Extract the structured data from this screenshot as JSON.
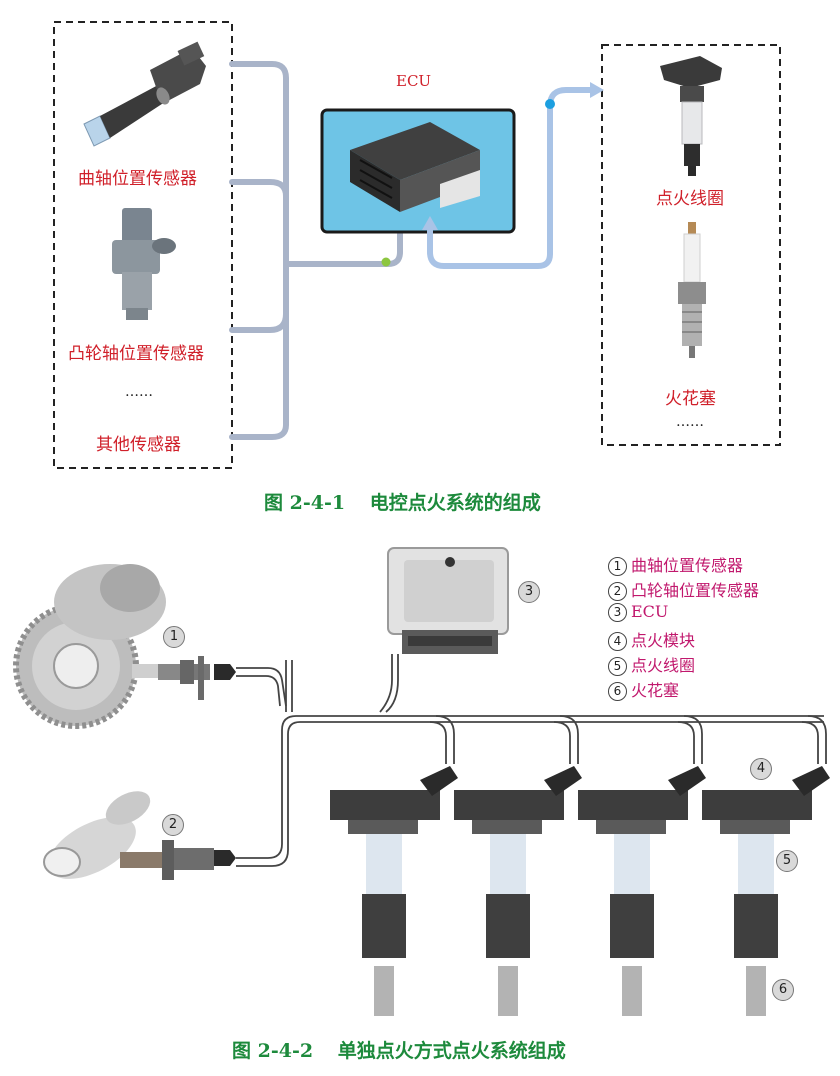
{
  "figure1": {
    "ecu_label": "ECU",
    "crank_sensor_label": "曲轴位置传感器",
    "cam_sensor_label": "凸轮轴位置传感器",
    "left_ellipsis": "……",
    "other_sensors_label": "其他传感器",
    "ignition_coil_label": "点火线圈",
    "spark_plug_label": "火花塞",
    "right_ellipsis": "……",
    "caption_number": "图 2-4-1",
    "caption_text": "电控点火系统的组成"
  },
  "figure2": {
    "legend": [
      {
        "num": "1",
        "text": "曲轴位置传感器"
      },
      {
        "num": "2",
        "text": "凸轮轴位置传感器"
      },
      {
        "num": "3",
        "text": "ECU"
      },
      {
        "num": "4",
        "text": "点火模块"
      },
      {
        "num": "5",
        "text": "点火线圈"
      },
      {
        "num": "6",
        "text": "火花塞"
      }
    ],
    "callouts": {
      "c1": "1",
      "c2": "2",
      "c3": "3",
      "c4": "4",
      "c5": "5",
      "c6": "6"
    },
    "caption_number": "图 2-4-2",
    "caption_text": "单独点火方式点火系统组成"
  },
  "colors": {
    "label_red": "#d0202a",
    "caption_green": "#1d8a3c",
    "legend_magenta": "#c1186d",
    "bus_gray_blue": "#a9b4c9",
    "ecu_panel_blue": "#6ec4e6",
    "output_line_blue": "#a9c3e6",
    "connector_green": "#8cc63f",
    "connector_blue": "#1c9fe0"
  }
}
